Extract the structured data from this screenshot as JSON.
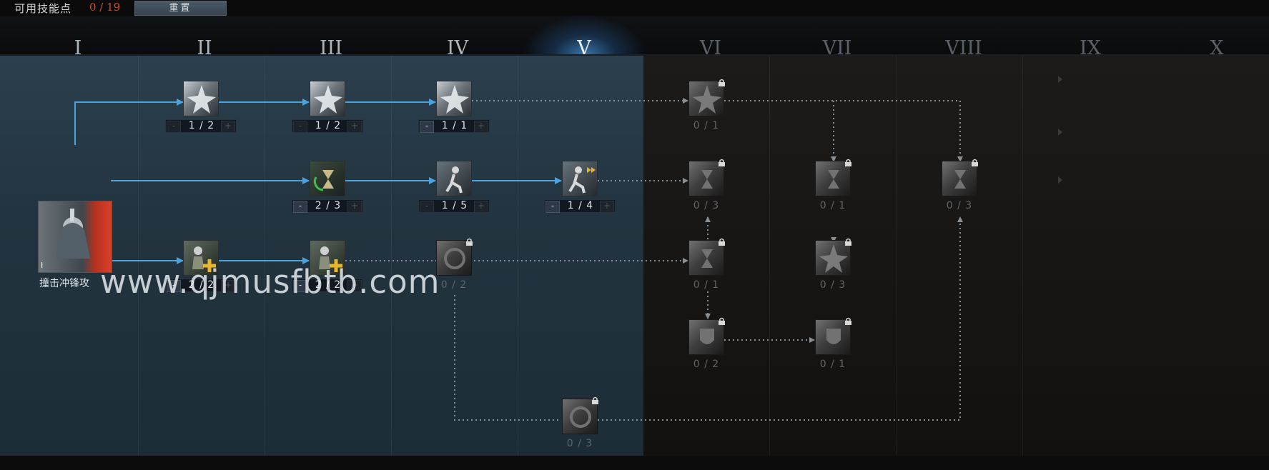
{
  "top": {
    "points_label": "可用技能点",
    "points_value": "0 / 19",
    "reset_label": "重置"
  },
  "tiers": [
    "I",
    "II",
    "III",
    "IV",
    "V",
    "VI",
    "VII",
    "VIII",
    "IX",
    "X"
  ],
  "active_tier": "V",
  "base_skill": {
    "caption": "撞击冲锋攻",
    "tag": "I"
  },
  "skills": [
    {
      "id": "t2-top",
      "level": "1 / 2",
      "icon": "warrior-burst-icon",
      "locked": false
    },
    {
      "id": "t3-top",
      "level": "1 / 2",
      "icon": "warrior-burst-icon",
      "locked": false
    },
    {
      "id": "t4-top",
      "level": "1 / 1",
      "icon": "warrior-burst-icon",
      "locked": false
    },
    {
      "id": "t6-top",
      "level": "0 / 1",
      "icon": "warrior-burst-icon",
      "locked": true
    },
    {
      "id": "t3-mid",
      "level": "2 / 3",
      "icon": "hourglass-cooldown-icon",
      "locked": false
    },
    {
      "id": "t4-mid",
      "level": "1 / 5",
      "icon": "runner-icon",
      "locked": false
    },
    {
      "id": "t5-mid",
      "level": "1 / 4",
      "icon": "runner-speed-icon",
      "locked": false
    },
    {
      "id": "t6-mid",
      "level": "0 / 3",
      "icon": "hourglass-icon",
      "locked": true
    },
    {
      "id": "t7-mid",
      "level": "0 / 1",
      "icon": "hourglass-icon",
      "locked": true
    },
    {
      "id": "t8-mid",
      "level": "0 / 3",
      "icon": "hourglass-icon",
      "locked": true
    },
    {
      "id": "t2-low",
      "level": "2 / 2",
      "icon": "warrior-plus-icon",
      "locked": false
    },
    {
      "id": "t3-low",
      "level": "2 / 2",
      "icon": "warrior-plus-icon",
      "locked": false
    },
    {
      "id": "t4-low",
      "level": "0 / 2",
      "icon": "spin-icon",
      "locked": true
    },
    {
      "id": "t6-low",
      "level": "0 / 1",
      "icon": "hourglass-icon",
      "locked": true
    },
    {
      "id": "t7-low",
      "level": "0 / 3",
      "icon": "warrior-burst-icon",
      "locked": true
    },
    {
      "id": "t6-bot",
      "level": "0 / 2",
      "icon": "shield-bash-icon",
      "locked": true
    },
    {
      "id": "t7-bot",
      "level": "0 / 1",
      "icon": "shield-bash-icon",
      "locked": true
    },
    {
      "id": "t5-foot",
      "level": "0 / 3",
      "icon": "spin-icon",
      "locked": true
    }
  ],
  "watermark": "www.qjmusfbtb.com",
  "colors": {
    "active_link": "#4aa3dd",
    "locked_link": "#7a7f84",
    "points_value": "#c3542c",
    "tier_glow": "#3f8fd4"
  }
}
